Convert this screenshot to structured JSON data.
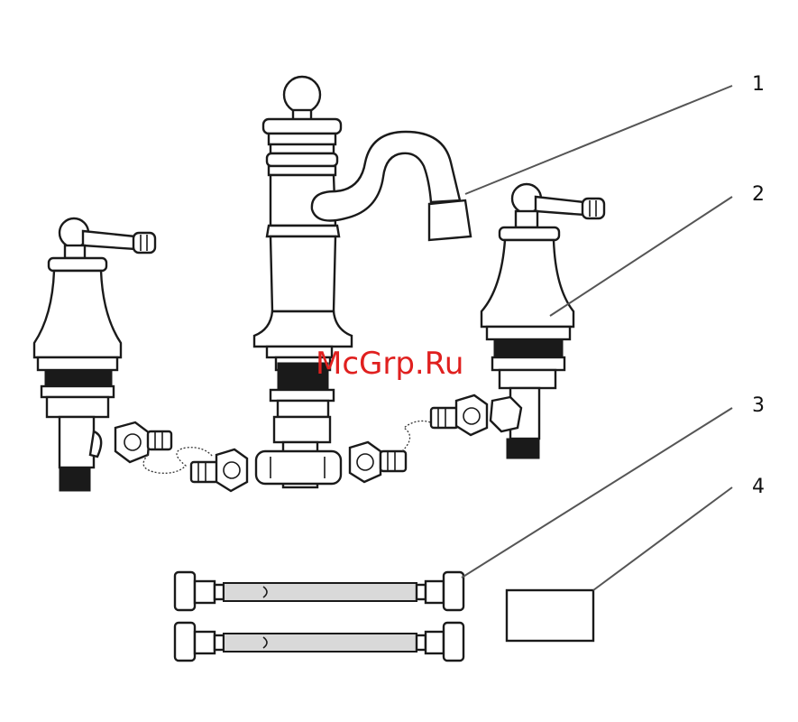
{
  "callouts": [
    {
      "label": "1",
      "part": "spout"
    },
    {
      "label": "2",
      "part": "handle-valve"
    },
    {
      "label": "3",
      "part": "supply-hoses"
    },
    {
      "label": "4",
      "part": "accessory-box"
    }
  ],
  "watermark": "McGrp.Ru",
  "colors": {
    "line": "#1a1a1a",
    "watermark": "#e0201f",
    "hose_fill": "#d9d9d9"
  }
}
